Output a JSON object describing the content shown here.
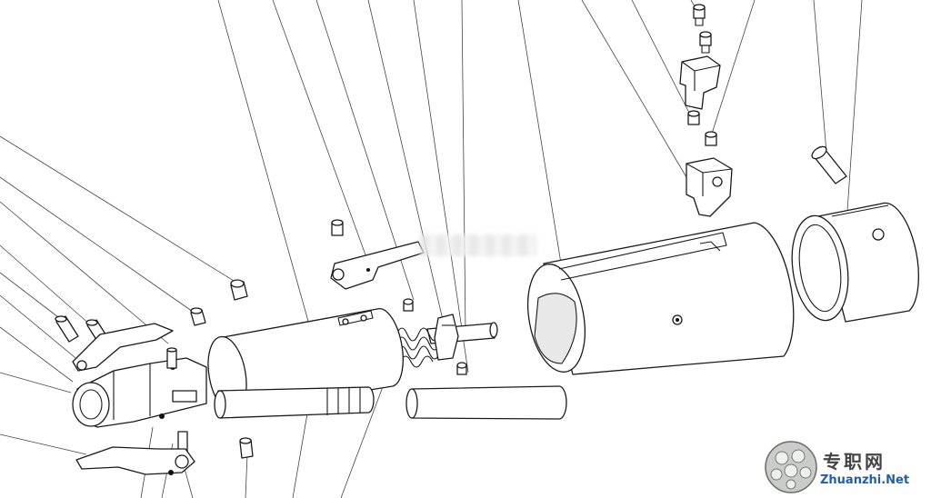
{
  "watermark": {
    "text_cn": "专职网",
    "text_en": "Zhuanzhi.Net",
    "text_color": "#444444",
    "en_color": "#1e5fa8"
  },
  "drawing": {
    "style": "exploded-assembly-line-drawing",
    "stroke_color": "#1a1a1a",
    "background": "#ffffff"
  }
}
